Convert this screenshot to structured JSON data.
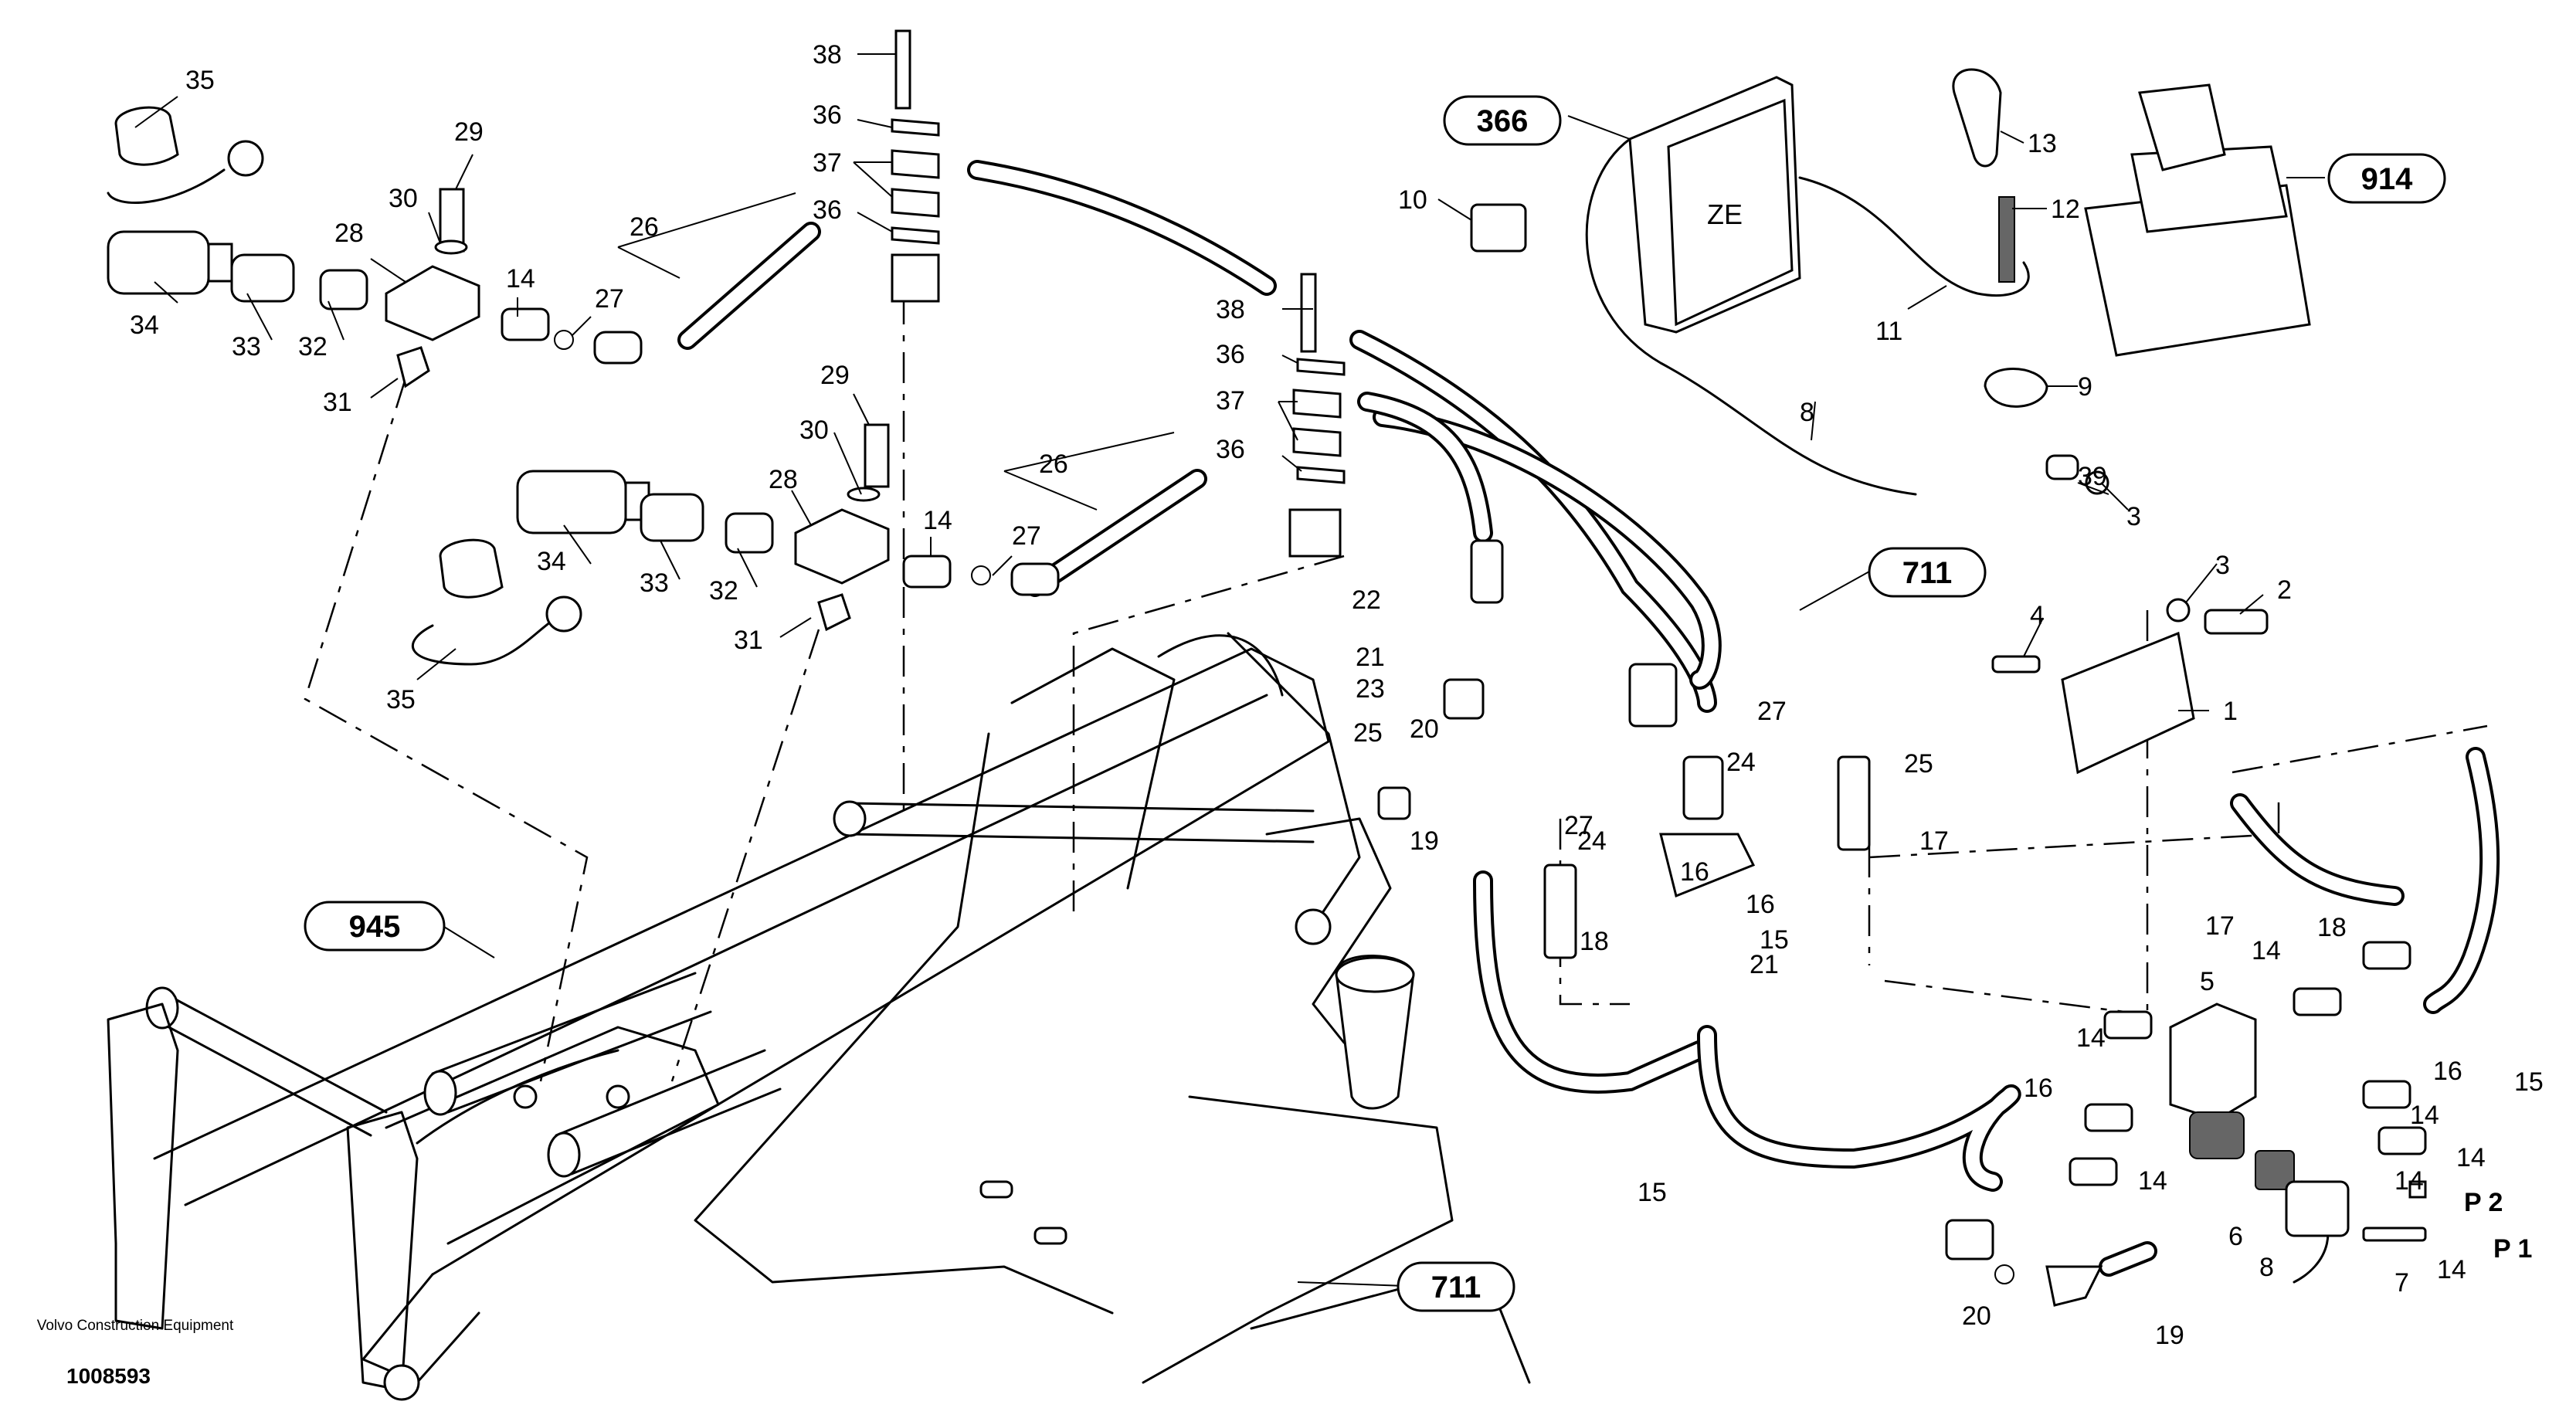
{
  "diagram": {
    "brand": "Volvo Construction Equipment",
    "doc_number": "1008593",
    "ze_label": "ZE",
    "references": [
      "366",
      "914",
      "711",
      "945",
      "711"
    ],
    "callouts": [
      "38",
      "36",
      "37",
      "36",
      "35",
      "29",
      "30",
      "28",
      "26",
      "14",
      "27",
      "34",
      "33",
      "32",
      "31",
      "10",
      "13",
      "12",
      "11",
      "8",
      "9",
      "38",
      "36",
      "37",
      "36",
      "29",
      "30",
      "28",
      "26",
      "14",
      "27",
      "34",
      "33",
      "32",
      "31",
      "35",
      "39",
      "3",
      "3",
      "2",
      "4",
      "1",
      "27",
      "24",
      "22",
      "21",
      "23",
      "25",
      "20",
      "19",
      "27",
      "24",
      "16",
      "18",
      "21",
      "25",
      "17",
      "16",
      "15",
      "17",
      "18",
      "14",
      "5",
      "16",
      "15",
      "14",
      "16",
      "14",
      "14",
      "14",
      "15",
      "6",
      "8",
      "7",
      "14",
      "14",
      "20",
      "19"
    ],
    "port_labels": [
      "P 2",
      "P 1"
    ]
  }
}
